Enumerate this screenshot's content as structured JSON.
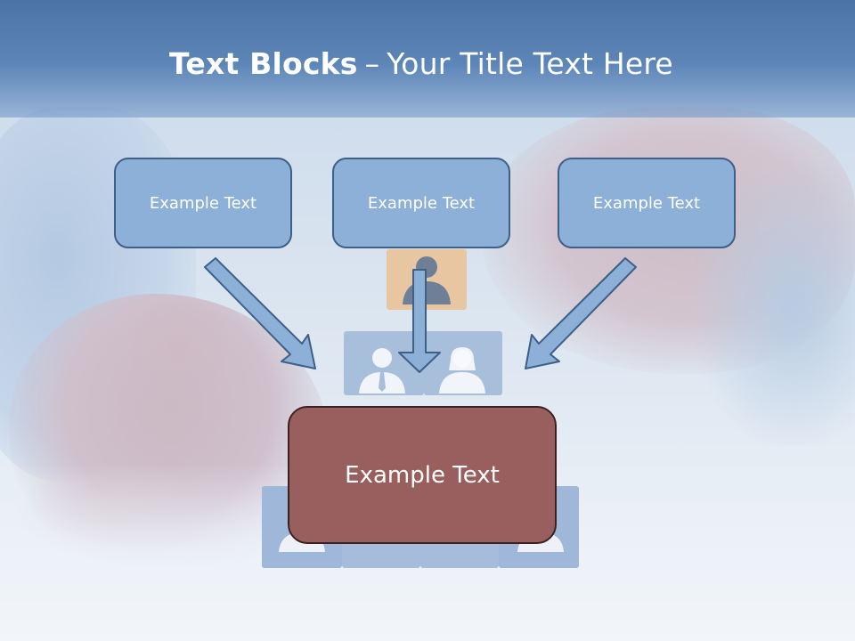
{
  "title": {
    "bold_text": "Text Blocks",
    "separator": "–",
    "rest_text": "Your Title Text Here"
  },
  "boxes": {
    "top": [
      {
        "label": "Example Text"
      },
      {
        "label": "Example Text"
      },
      {
        "label": "Example Text"
      }
    ],
    "main": {
      "label": "Example Text"
    }
  },
  "colors": {
    "header": "#5d86b8",
    "box_fill": "#8db0d8",
    "box_border": "#3e5f86",
    "main_fill": "#995f5e",
    "main_border": "#3b2222",
    "arrow_fill": "#8db0d8",
    "arrow_stroke": "#3e5f86"
  }
}
